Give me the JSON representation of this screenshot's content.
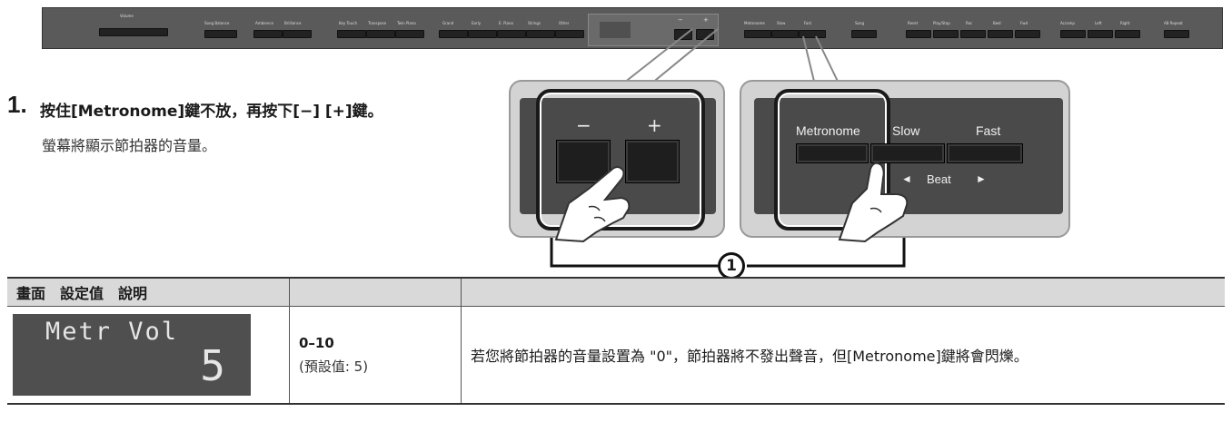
{
  "panel": {
    "labels": [
      "Volume",
      "Song Balance",
      "Ambience",
      "Brilliance",
      "Key Touch",
      "Transpose",
      "Twin Piano",
      "Grand",
      "Early",
      "E. Piano",
      "Strings",
      "Other",
      "Metronome",
      "Slow",
      "Fast",
      "Song",
      "Reset",
      "Play/Stop",
      "Rec",
      "Bwd",
      "Fwd",
      "Accomp",
      "Left",
      "Right",
      "AB Repeat"
    ],
    "minus": "−",
    "plus": "+"
  },
  "step": {
    "number": "1.",
    "title": "按住[Metronome]鍵不放，再按下[−] [+]鍵。",
    "description": "螢幕將顯示節拍器的音量。"
  },
  "callout_left": {
    "minus": "−",
    "plus": "+"
  },
  "callout_right": {
    "metronome": "Metronome",
    "slow": "Slow",
    "fast": "Fast",
    "beat": "Beat",
    "arrow_left": "◄",
    "arrow_right": "►"
  },
  "badge": "1",
  "table": {
    "headers": [
      "畫面　設定值　說明",
      "",
      ""
    ],
    "row": {
      "lcd_line1": "Metr Vol",
      "lcd_value": "5",
      "range": "0–10",
      "default": "(預設值: 5)",
      "description": "若您將節拍器的音量設置為 \"0\"，節拍器將不發出聲音，但[Metronome]鍵將會閃爍。"
    }
  },
  "colors": {
    "panel": "#5a5a5a",
    "callout_bg": "#d3d3d3",
    "lcd_bg": "#4f4f4f",
    "header_bg": "#d9d9d9"
  }
}
